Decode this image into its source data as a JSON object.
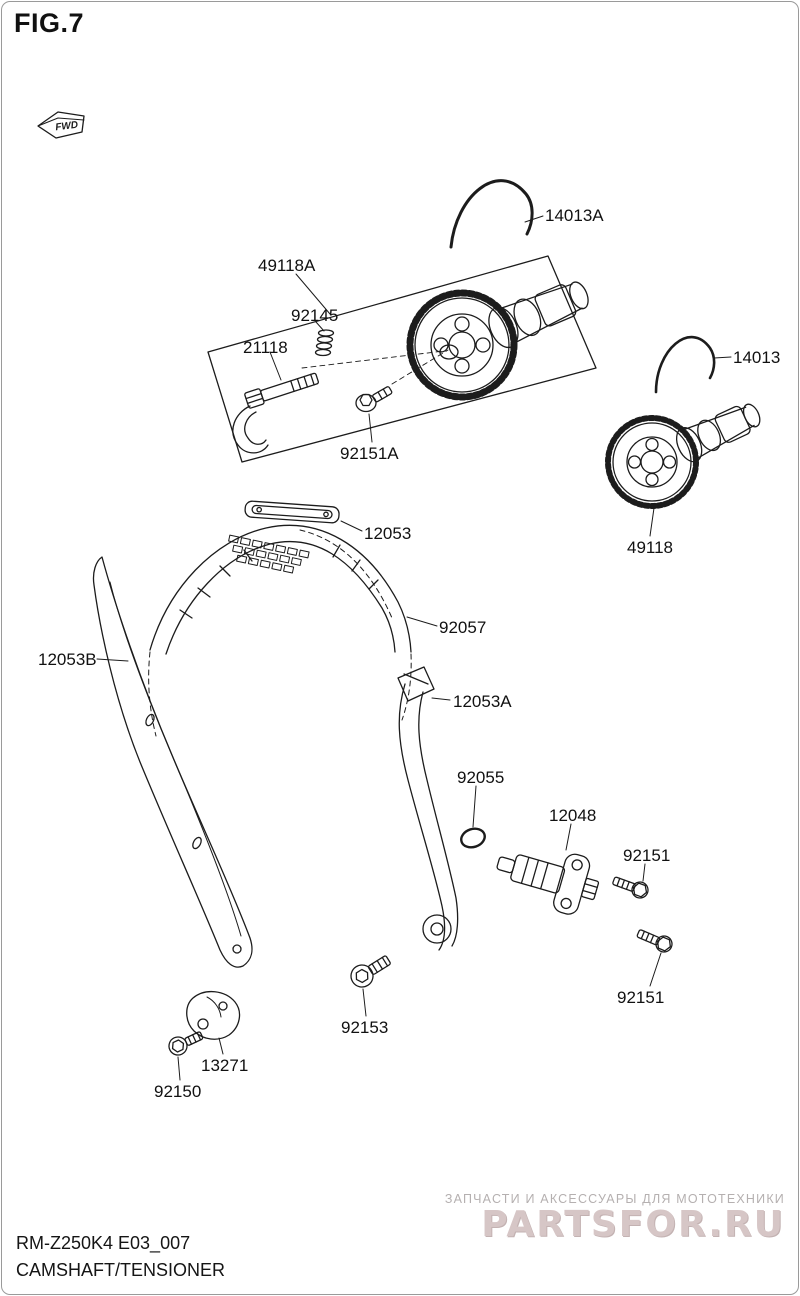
{
  "figure": {
    "title": "FIG.7",
    "fwd_label": "FWD"
  },
  "part_labels": [
    {
      "id": "14013A",
      "text": "14013A"
    },
    {
      "id": "49118A",
      "text": "49118A"
    },
    {
      "id": "92145",
      "text": "92145"
    },
    {
      "id": "21118",
      "text": "21118"
    },
    {
      "id": "92151A",
      "text": "92151A"
    },
    {
      "id": "14013",
      "text": "14013"
    },
    {
      "id": "49118",
      "text": "49118"
    },
    {
      "id": "12053",
      "text": "12053"
    },
    {
      "id": "92057",
      "text": "92057"
    },
    {
      "id": "12053B",
      "text": "12053B"
    },
    {
      "id": "12053A",
      "text": "12053A"
    },
    {
      "id": "92055",
      "text": "92055"
    },
    {
      "id": "12048",
      "text": "12048"
    },
    {
      "id": "92151-upper",
      "text": "92151"
    },
    {
      "id": "92151-lower",
      "text": "92151"
    },
    {
      "id": "92153",
      "text": "92153"
    },
    {
      "id": "13271",
      "text": "13271"
    },
    {
      "id": "92150",
      "text": "92150"
    }
  ],
  "footer": {
    "code": "RM-Z250K4 E03_007",
    "name": "CAMSHAFT/TENSIONER"
  },
  "watermark": {
    "tagline": "ЗАПЧАСТИ И АКСЕССУАРЫ ДЛЯ МОТОТЕХНИКИ",
    "brand": "PARTSFOR.RU"
  },
  "colors": {
    "line": "#1c1c1c",
    "label_text": "#111111",
    "watermark_tagline": "#b5b0b0",
    "watermark_brand": "#d6c6c6",
    "border": "#9a9a9a",
    "background": "#ffffff"
  }
}
